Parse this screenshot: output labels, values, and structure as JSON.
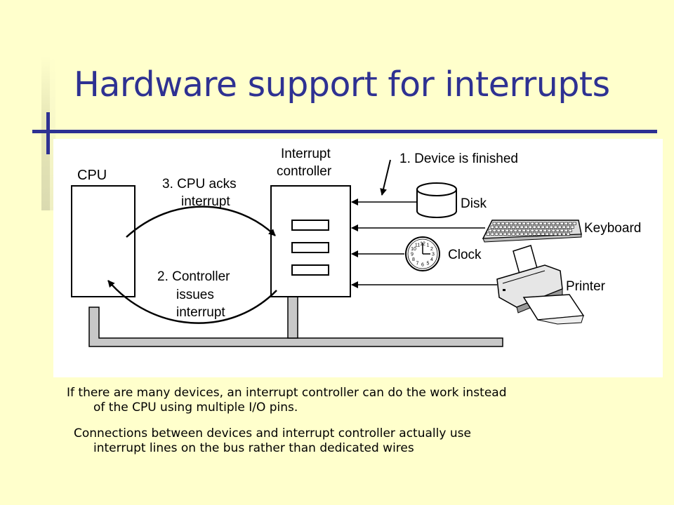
{
  "slide": {
    "title": "Hardware support for interrupts"
  },
  "diagram": {
    "cpu_label": "CPU",
    "controller_label_1": "Interrupt",
    "controller_label_2": "controller",
    "step1": "1. Device is finished",
    "step3_line1": "3. CPU acks",
    "step3_line2": "interrupt",
    "step2_line1": "2. Controller",
    "step2_line2": "issues",
    "step2_line3": "interrupt",
    "devices": {
      "disk": "Disk",
      "keyboard": "Keyboard",
      "clock": "Clock",
      "printer": "Printer"
    },
    "clock_numbers": [
      "12",
      "1",
      "2",
      "3",
      "4",
      "5",
      "6",
      "7",
      "8",
      "9",
      "10",
      "11"
    ]
  },
  "bullets": [
    {
      "line1": "If there are many devices, an interrupt controller can do the work instead",
      "line2": "of the CPU using multiple I/O pins."
    },
    {
      "line1": "Connections between devices and interrupt controller actually use",
      "line2": "interrupt lines on the bus rather than dedicated wires"
    }
  ]
}
